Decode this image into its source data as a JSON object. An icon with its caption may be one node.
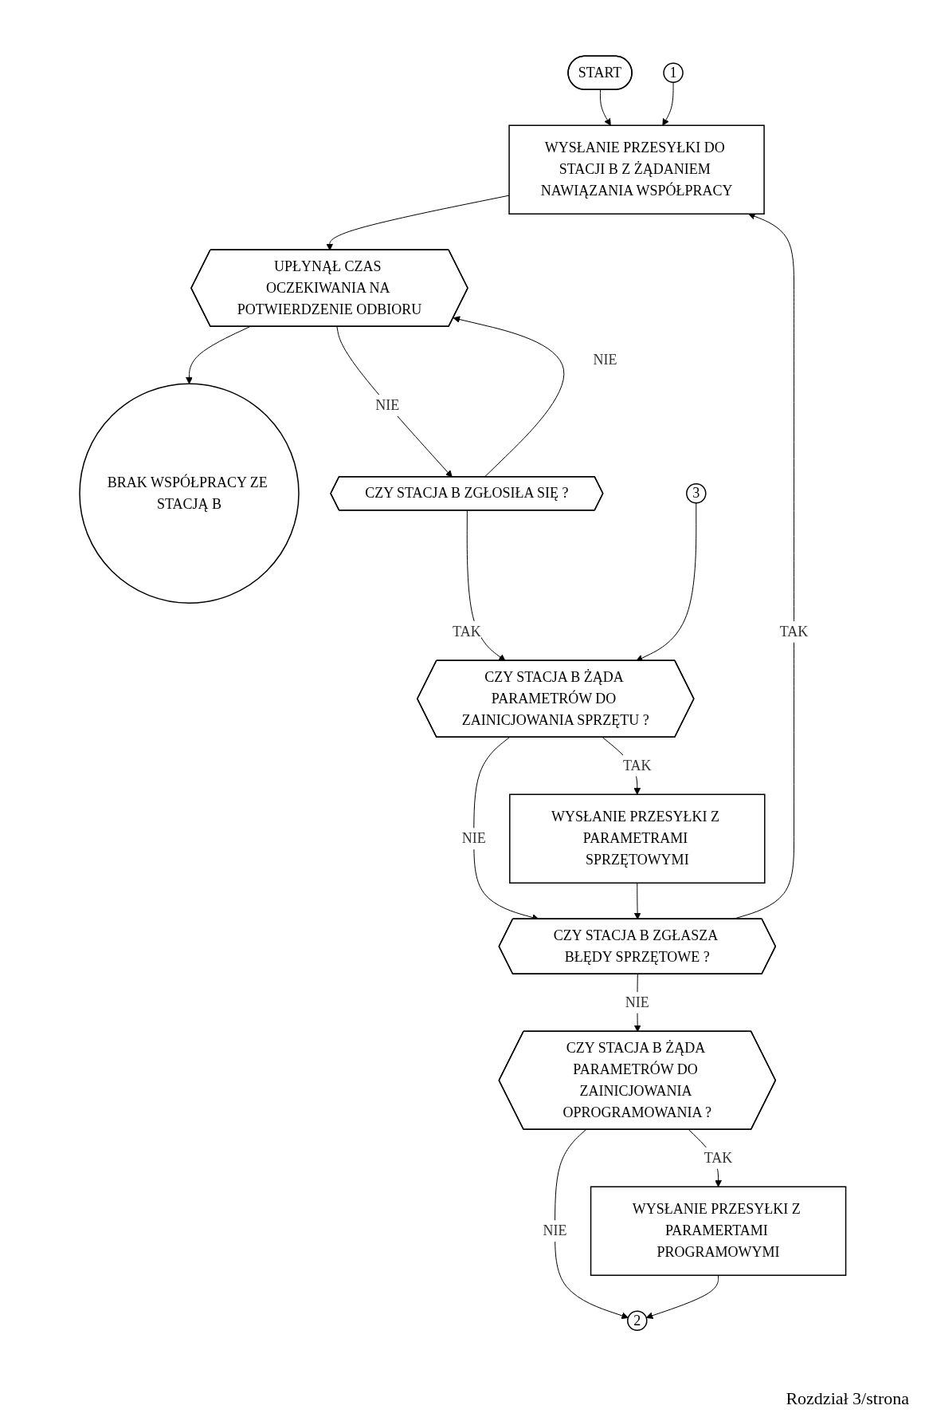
{
  "diagram": {
    "nodes": [
      {
        "text": [
          "START"
        ]
      },
      {
        "text": [
          "1"
        ]
      },
      {
        "text": [
          "WYSŁANIE PRZESYŁKI DO STACJI B Z ŻĄDANIEM NAWIĄZANIA WSPÓŁPRACY"
        ]
      },
      {
        "text": [
          "UPŁYNĄŁ CZAS OCZEKIWANIA NA POTWIERDZENIE ODBIORU"
        ]
      },
      {
        "text": [
          "BRAK WSPÓŁPRACY ZE STACJĄ B"
        ]
      },
      {
        "text": [
          "CZY STACJA B ZGŁOSIŁA SIĘ ?"
        ]
      },
      {
        "text": [
          "3"
        ]
      },
      {
        "text": [
          "CZY STACJA B ŻĄDA PARAMETRÓW DO ZAINICJOWANIA SPRZĘTU ?"
        ]
      },
      {
        "text": [
          "WYSŁANIE PRZESYŁKI Z PARAMETRAMI SPRZĘTOWYMI"
        ]
      },
      {
        "text": [
          "CZY STACJA B ZGŁASZA BŁĘDY SPRZĘTOWE ?"
        ]
      },
      {
        "text": [
          "CZY STACJA B ŻĄDA PARAMETRÓW DO ZAINICJOWANIA OPROGRAMOWANIA ?"
        ]
      },
      {
        "text": [
          "WYSŁANIE PRZESYŁKI Z PARAMERTAMI PROGRAMOWYMI"
        ]
      },
      {
        "text": [
          "2"
        ]
      }
    ],
    "edges": [
      {
        "from": 0,
        "to": 2,
        "arrow": "to"
      },
      {
        "from": 1,
        "to": 2,
        "arrow": "to"
      },
      {
        "from": 9,
        "to": 2,
        "arrow": "to",
        "label": "TAK"
      },
      {
        "from": 2,
        "to": 3,
        "arrow": "to"
      },
      {
        "from": 3,
        "to": 4,
        "arrow": "to"
      },
      {
        "from": 3,
        "to": 5,
        "arrow": "to",
        "label": "NIE"
      },
      {
        "from": 5,
        "to": 3,
        "arrow": "to",
        "label": "NIE"
      },
      {
        "from": 5,
        "to": 7,
        "arrow": "to",
        "label": "TAK"
      },
      {
        "from": 6,
        "to": 7,
        "arrow": "to"
      },
      {
        "from": 7,
        "to": 8,
        "arrow": "to",
        "label": "TAK"
      },
      {
        "from": 7,
        "to": 9,
        "arrow": "to",
        "label": "NIE"
      },
      {
        "from": 8,
        "to": 9,
        "arrow": "to"
      },
      {
        "from": 9,
        "to": 10,
        "arrow": "to",
        "label": "NIE"
      },
      {
        "from": 10,
        "to": 11,
        "arrow": "to",
        "label": "TAK"
      },
      {
        "from": 10,
        "to": 12,
        "arrow": "to",
        "label": "NIE"
      },
      {
        "from": 11,
        "to": 12,
        "arrow": "to"
      }
    ],
    "labels": [
      "Rozdział 3/strona"
    ]
  }
}
